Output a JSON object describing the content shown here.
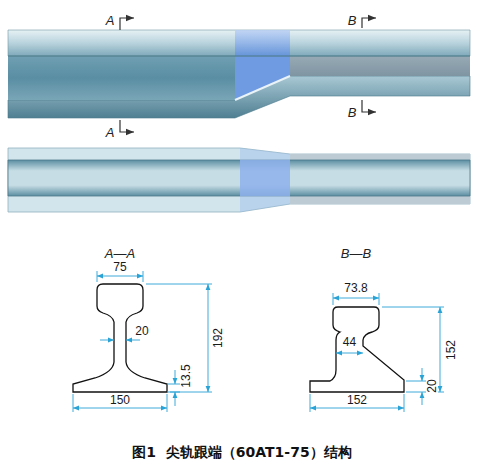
{
  "diagram": {
    "caption": "图1  尖轨跟端（60AT1-75）结构",
    "labels": [
      "A",
      "B",
      "A",
      "B",
      "A—A",
      "B—B",
      "75",
      "192",
      "20",
      "13.5",
      "150",
      "73.8",
      "44",
      "152",
      "20",
      "152"
    ]
  }
}
